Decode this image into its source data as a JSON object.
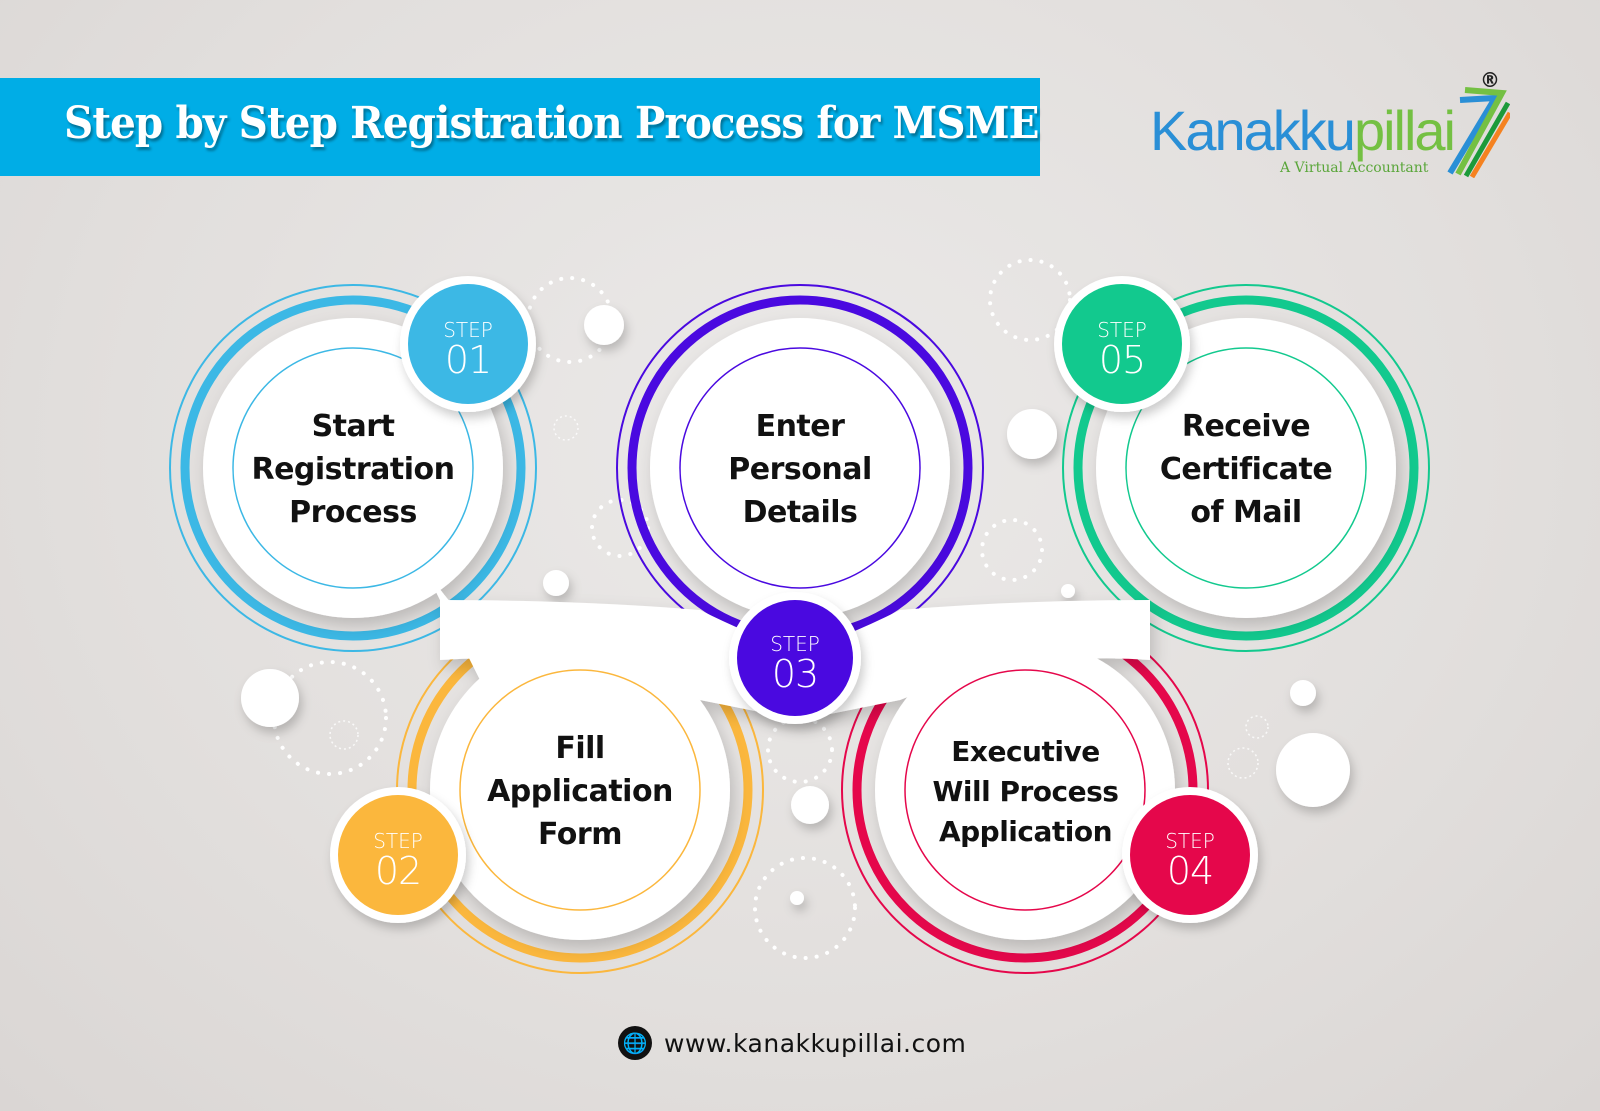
{
  "header": {
    "title": "Step by Step Registration Process for MSME",
    "banner_color": "#00ade6"
  },
  "logo": {
    "name_part1": "Kanakku",
    "name_part2": "pillai",
    "tagline": "A Virtual Accountant",
    "registered": "®"
  },
  "steps": [
    {
      "label": "STEP",
      "number": "01",
      "lines": [
        "Start",
        "Registration",
        "Process"
      ],
      "color": "#3cb8e5"
    },
    {
      "label": "STEP",
      "number": "02",
      "lines": [
        "Fill",
        "Application",
        "Form"
      ],
      "color": "#fbb73d"
    },
    {
      "label": "STEP",
      "number": "03",
      "lines": [
        "Enter",
        "Personal",
        "Details"
      ],
      "color": "#4a09e0"
    },
    {
      "label": "STEP",
      "number": "04",
      "lines": [
        "Executive",
        "Will Process",
        "Application"
      ],
      "color": "#e5074b"
    },
    {
      "label": "STEP",
      "number": "05",
      "lines": [
        "Receive",
        "Certificate",
        "of Mail"
      ],
      "color": "#12c98e"
    }
  ],
  "footer": {
    "icon": "globe-icon",
    "url": "www.kanakkupillai.com"
  }
}
